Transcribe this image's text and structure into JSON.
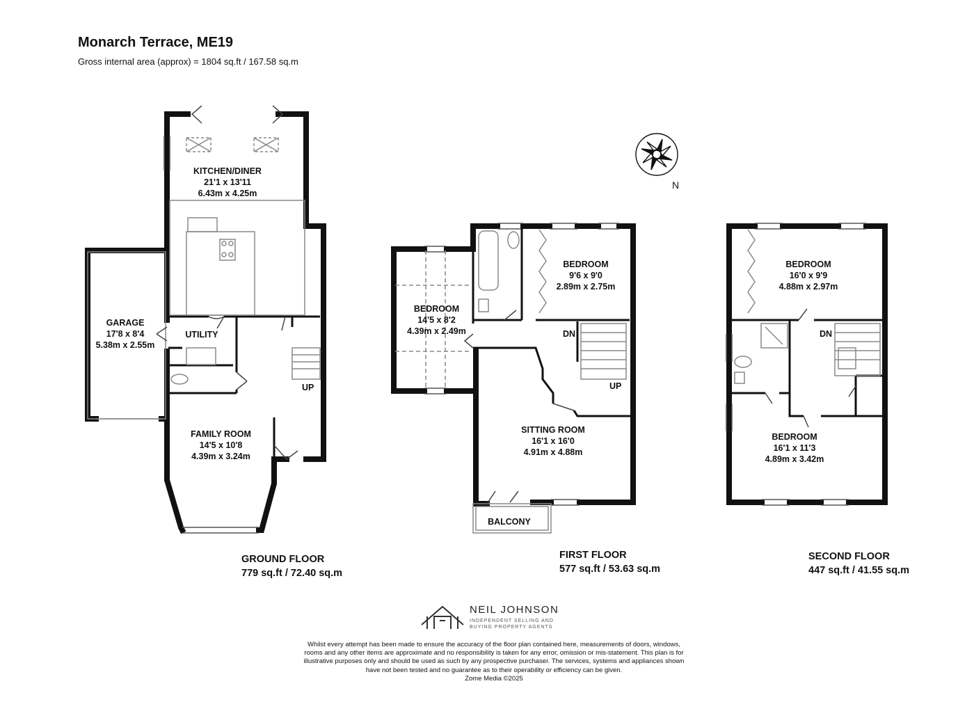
{
  "header": {
    "title": "Monarch Terrace, ME19",
    "subtitle": "Gross internal area (approx) = 1804 sq.ft / 167.58 sq.m"
  },
  "rooms": {
    "kitchen": {
      "name": "KITCHEN/DINER",
      "imperial": "21'1 x 13'11",
      "metric": "6.43m x 4.25m"
    },
    "garage": {
      "name": "GARAGE",
      "imperial": "17'8 x 8'4",
      "metric": "5.38m x 2.55m"
    },
    "utility": {
      "name": "UTILITY"
    },
    "family": {
      "name": "FAMILY ROOM",
      "imperial": "14'5 x 10'8",
      "metric": "4.39m x 3.24m"
    },
    "ff_bed1": {
      "name": "BEDROOM",
      "imperial": "14'5 x 8'2",
      "metric": "4.39m x 2.49m"
    },
    "ff_bed2": {
      "name": "BEDROOM",
      "imperial": "9'6 x 9'0",
      "metric": "2.89m x 2.75m"
    },
    "sitting": {
      "name": "SITTING ROOM",
      "imperial": "16'1 x 16'0",
      "metric": "4.91m x 4.88m"
    },
    "balcony": {
      "name": "BALCONY"
    },
    "sf_bed1": {
      "name": "BEDROOM",
      "imperial": "16'0 x 9'9",
      "metric": "4.88m x 2.97m"
    },
    "sf_bed2": {
      "name": "BEDROOM",
      "imperial": "16'1 x 11'3",
      "metric": "4.89m x 3.42m"
    }
  },
  "stair_labels": {
    "ground_up": "UP",
    "first_dn": "DN",
    "first_up": "UP",
    "second_dn": "DN"
  },
  "compass": {
    "north_label": "N"
  },
  "floors": {
    "ground": {
      "name": "GROUND FLOOR",
      "area": "779 sq.ft / 72.40 sq.m"
    },
    "first": {
      "name": "FIRST FLOOR",
      "area": "577 sq.ft / 53.63 sq.m"
    },
    "second": {
      "name": "SECOND FLOOR",
      "area": "447 sq.ft / 41.55 sq.m"
    }
  },
  "branding": {
    "name": "NEIL JOHNSON",
    "tagline_1": "INDEPENDENT SELLING AND",
    "tagline_2": "BUYING PROPERTY AGENTS"
  },
  "disclaimer": {
    "text": "Whilst every attempt has been made to ensure the accuracy of the floor plan contained here, measurements of doors, windows, rooms and any other items are approximate and no responsibility is taken for any error, omission or mis-statement. This plan is for illustrative purposes only and should be used as such by any prospective purchaser. The services, systems and appliances shown have not been tested and no guarantee as to their operability or efficiency can be given.",
    "credit": "Zome Media ©2025"
  },
  "colors": {
    "wall": "#111111",
    "line": "#333333",
    "grey": "#999999"
  }
}
